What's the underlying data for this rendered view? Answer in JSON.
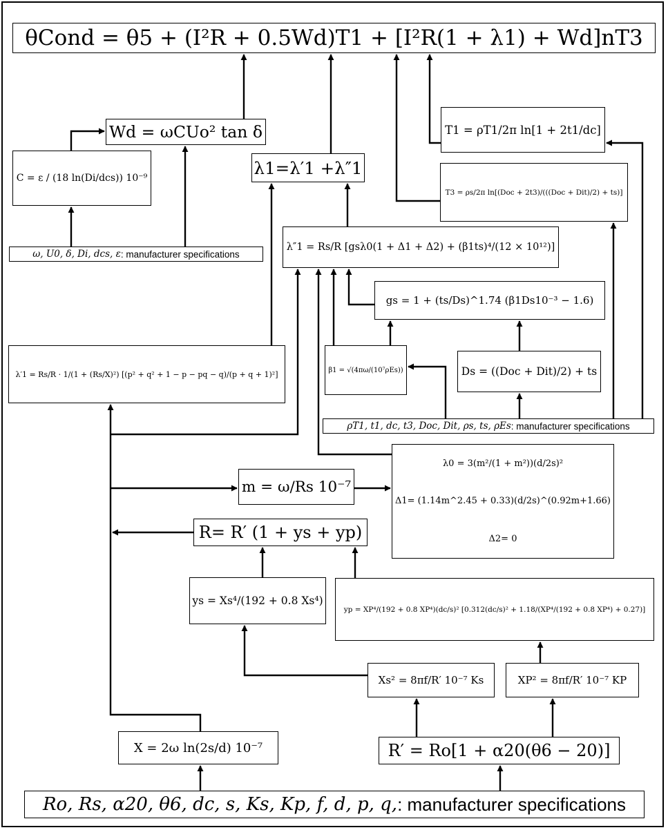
{
  "equations": {
    "theta_cond": "θCond = θ5 + (I²R + 0.5Wd)T1 + [I²R(1 + λ1) + Wd]nT3",
    "wd": "Wd = ωCUo² tan δ",
    "c": "C = ε / (18 ln(Di/dcs)) 10⁻⁹",
    "lambda1": "λ1=λ′1 +λ″1",
    "t1": "T1 = ρT1/2π ln[1 + 2t1/dc]",
    "t3": "T3 = ρs/2π ln[(Doc + 2t3)/(((Doc + Dit)/2) + ts)]",
    "lambda1pp": "λ″1 = Rs/R [gsλ0(1 + Δ1 + Δ2) + (β1ts)⁴/(12 × 10¹²)]",
    "gs": "gs = 1 + (ts/Ds)^1.74 (β1Ds10⁻³ − 1.6)",
    "beta1": "β1 = √(4πω/(10⁷ρEs))",
    "ds": "Ds = ((Doc + Dit)/2) + ts",
    "lambda1p": "λ′1 = Rs/R · 1/(1 + (Rs/X)²) [(p² + q² + 1 − p − pq − q)/(p + q + 1)²]",
    "lambda0": "λ0 = 3(m²/(1 + m²))(d/2s)²",
    "delta1": "Δ1= (1.14m^2.45 + 0.33)(d/2s)^(0.92m+1.66)",
    "delta2": "Δ2= 0",
    "m": "m = ω/Rs 10⁻⁷",
    "r": "R= R′ (1 + ys + yp)",
    "ys": "ys = Xs⁴/(192 + 0.8 Xs⁴)",
    "yp": "yp = XP⁴/(192 + 0.8 XP⁴)(dc/s)² [0.312(dc/s)² + 1.18/(XP⁴/(192 + 0.8 XP⁴) + 0.27)]",
    "xs2": "Xs² = 8πf/R′ 10⁻⁷ Ks",
    "xp2": "XP² = 8πf/R′ 10⁻⁷ KP",
    "x": "X = 2ω ln(2s/d) 10⁻⁷",
    "rprime": "R′ = Ro[1 + α20(θ6 − 20)]"
  },
  "specs": {
    "insulation_vars": "ω, U0, δ, Di, dcs, ε",
    "sheath_vars": "ρT1, t1, dc, t3, Doc, Dit, ρs, ts, ρEs",
    "conductor_vars": "Ro, Rs, α20, θ6, dc, s, Ks, Kp, f, d, p, q, ",
    "suffix": " : manufacturer specifications"
  }
}
